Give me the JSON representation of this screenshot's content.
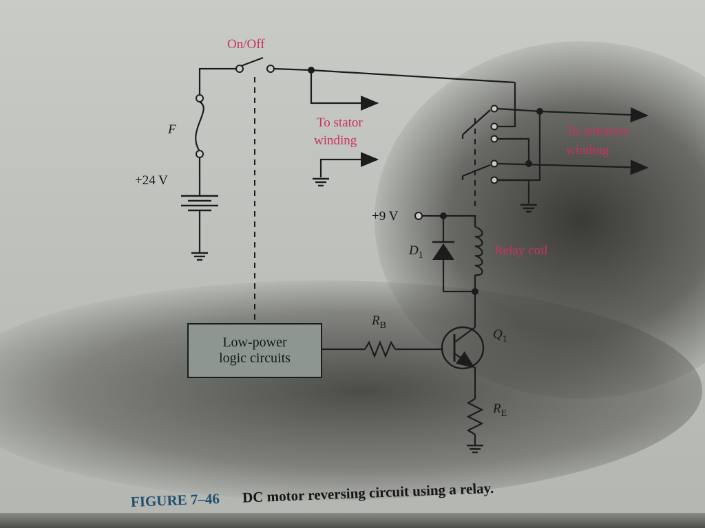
{
  "labels": {
    "switch": "On/Off",
    "fuse": "F",
    "supply_24": "+24 V",
    "stator": [
      "To stator",
      "winding"
    ],
    "armature": [
      "To armature",
      "winding"
    ],
    "supply_9": "+9 V",
    "diode_main": "D",
    "diode_sub": "1",
    "coil": "Relay coil",
    "rb_main": "R",
    "rb_sub": "B",
    "q_main": "Q",
    "q_sub": "1",
    "re_main": "R",
    "re_sub": "E",
    "logic_line1": "Low-power",
    "logic_line2": "logic circuits"
  },
  "caption": {
    "figure": "FIGURE 7–46",
    "text": "DC motor reversing circuit using a relay."
  },
  "colors": {
    "label_red": "#c8335c",
    "caption_blue": "#1f4f6e",
    "logic_box": "#8e9692"
  }
}
